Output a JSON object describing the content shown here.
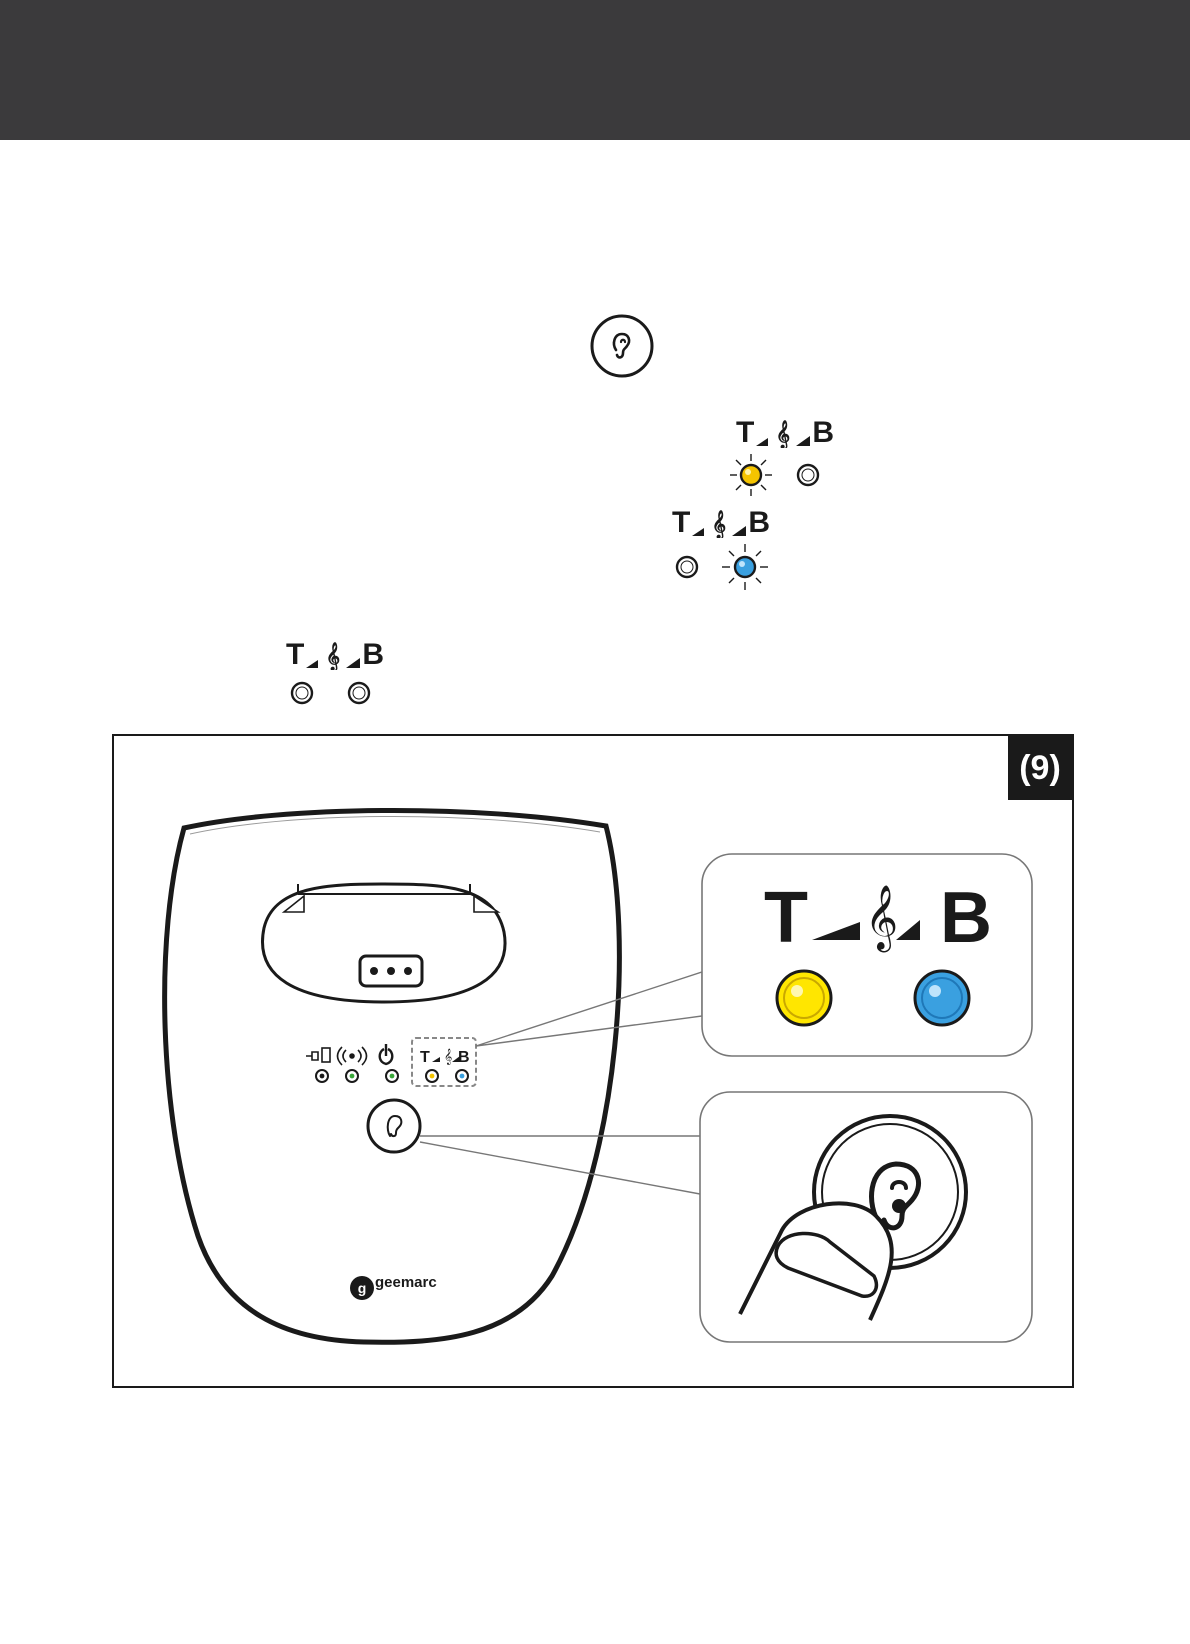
{
  "header": {},
  "indicators": {
    "tb_label": {
      "t": "T",
      "b": "B"
    },
    "ear_button": {
      "icon": "ear-icon"
    },
    "states": [
      {
        "label_t": "T",
        "label_b": "B",
        "left_led": "yellow-flashing",
        "right_led": "off"
      },
      {
        "label_t": "T",
        "label_b": "B",
        "left_led": "off",
        "right_led": "blue-flashing"
      },
      {
        "label_t": "T",
        "label_b": "B",
        "left_led": "off",
        "right_led": "off"
      }
    ]
  },
  "figure": {
    "tag": "(9)",
    "brand": "geemarc",
    "device_label_t": "T",
    "device_label_b": "B",
    "zoom_label_t": "T",
    "zoom_label_b": "B"
  },
  "colors": {
    "header": "#3b3a3c",
    "led_yellow": "#ffe600",
    "led_blue": "#3aa0e0",
    "led_green": "#3aa83a"
  }
}
